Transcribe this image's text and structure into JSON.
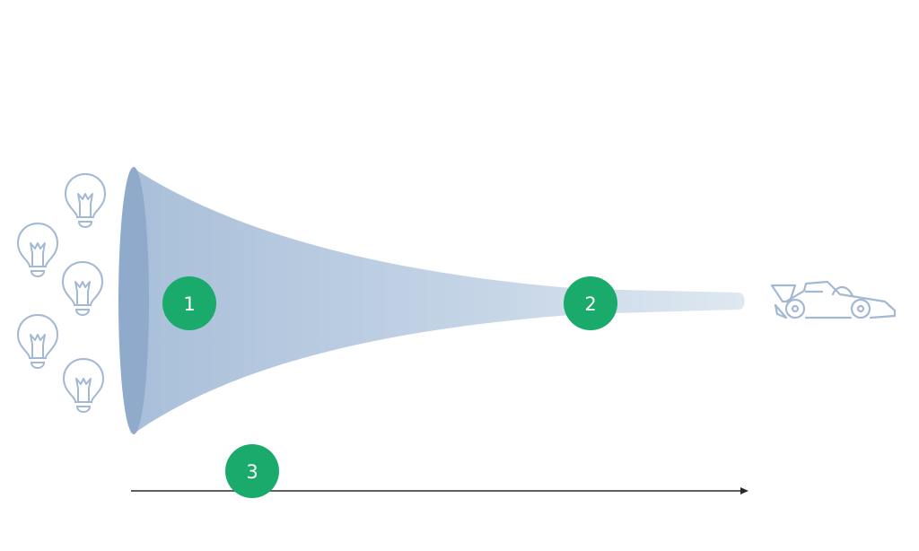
{
  "colors": {
    "funnel_dark": "#8faaca",
    "funnel_mid": "#b5c8de",
    "funnel_light": "#d9e4ef",
    "icon_stroke": "#a3b8d3",
    "badge_green": "#1aaa6b",
    "badge_text": "#ffffff",
    "arrow": "#2a2a2a"
  },
  "icons": {
    "idea": "lightbulb-icon",
    "result": "race-car-icon"
  },
  "steps": [
    {
      "label": "1"
    },
    {
      "label": "2"
    },
    {
      "label": "3"
    }
  ]
}
